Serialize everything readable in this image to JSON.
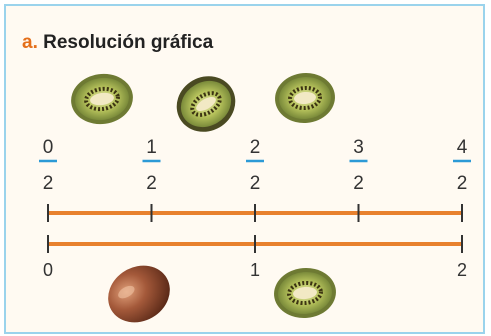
{
  "title": {
    "letter": "a.",
    "text": "Resolución gráfica"
  },
  "fractions": [
    {
      "num": "0",
      "den": "2"
    },
    {
      "num": "1",
      "den": "2"
    },
    {
      "num": "2",
      "den": "2"
    },
    {
      "num": "3",
      "den": "2"
    },
    {
      "num": "4",
      "den": "2"
    }
  ],
  "bottom_ticks": [
    "0",
    "1",
    "2"
  ],
  "colors": {
    "axis": "#e8812e",
    "tick": "#333333",
    "fraction_bar": "#2c9ad6",
    "kiwi_skin": "#7a8a3a",
    "kiwi_flesh": "#b7c35c",
    "kiwi_seed_ring": "#3c3412",
    "kiwi_core": "#f2e9c4",
    "whole_kiwi": "#8b4a2e"
  },
  "images": {
    "top_kiwis": "kiwi-half-icon",
    "bottom_whole": "whole-kiwi-icon",
    "bottom_half": "kiwi-half-icon"
  }
}
